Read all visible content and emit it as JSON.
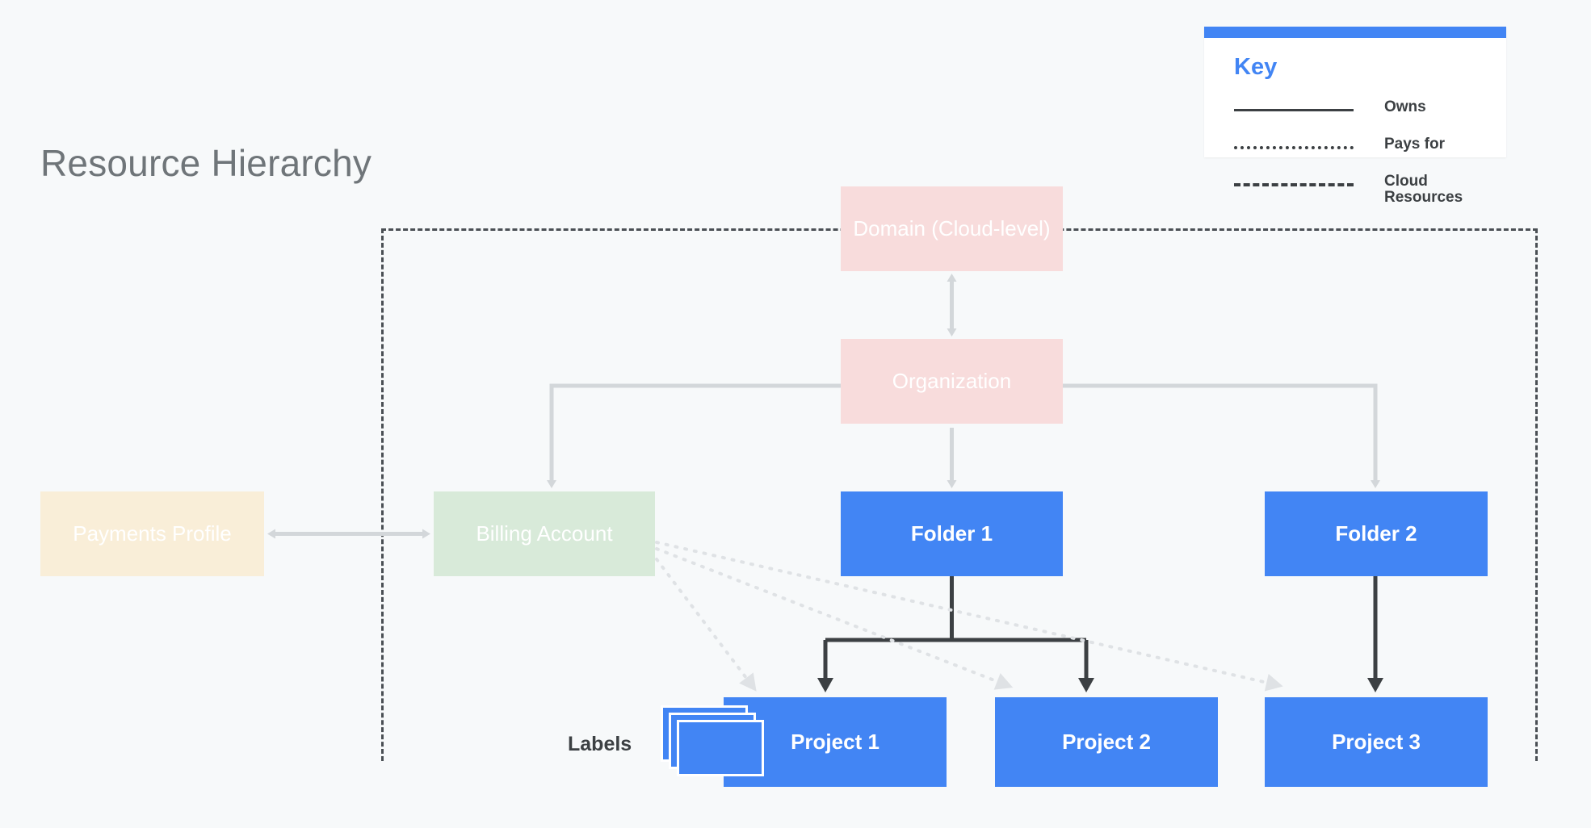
{
  "page": {
    "title": "Resource Hierarchy",
    "background_color": "#f7f9fa"
  },
  "legend": {
    "title": "Key",
    "accent_color": "#4285f4",
    "items": [
      {
        "style": "solid",
        "label": "Owns"
      },
      {
        "style": "dotted",
        "label": "Pays for"
      },
      {
        "style": "dashed",
        "label": "Cloud Resources"
      }
    ]
  },
  "colors": {
    "blue": "#4285f4",
    "pink": "#f8dcdc",
    "cream": "#f9eed8",
    "green": "#d8ead9",
    "line_gray": "#d3d7da",
    "line_dark": "#3c4043",
    "title_gray": "#6f7579"
  },
  "nodes": {
    "domain": {
      "label": "Domain (Cloud-level)",
      "color": "#f8dcdc"
    },
    "organization": {
      "label": "Organization",
      "color": "#f8dcdc"
    },
    "payments_profile": {
      "label": "Payments Profile",
      "color": "#f9eed8"
    },
    "billing_account": {
      "label": "Billing Account",
      "color": "#d8ead9"
    },
    "folder1": {
      "label": "Folder 1",
      "color": "#4285f4"
    },
    "folder2": {
      "label": "Folder 2",
      "color": "#4285f4"
    },
    "project1": {
      "label": "Project 1",
      "color": "#4285f4"
    },
    "project2": {
      "label": "Project 2",
      "color": "#4285f4"
    },
    "project3": {
      "label": "Project 3",
      "color": "#4285f4"
    }
  },
  "labels_group": {
    "text": "Labels",
    "icon": "stacked-cards-icon",
    "card_count": 3
  },
  "boundary": {
    "name": "Cloud Resources",
    "style": "dashed"
  },
  "edges": [
    {
      "from": "domain",
      "to": "organization",
      "style": "solid-gray",
      "arrows": "both"
    },
    {
      "from": "payments_profile",
      "to": "billing_account",
      "style": "solid-gray",
      "arrows": "both"
    },
    {
      "from": "organization",
      "to": "billing_account",
      "style": "solid-gray",
      "arrows": "to"
    },
    {
      "from": "organization",
      "to": "folder1",
      "style": "solid-gray",
      "arrows": "to"
    },
    {
      "from": "organization",
      "to": "folder2",
      "style": "solid-gray",
      "arrows": "to"
    },
    {
      "from": "folder1",
      "to": "project1",
      "style": "solid-dark",
      "arrows": "to"
    },
    {
      "from": "folder1",
      "to": "project2",
      "style": "solid-dark",
      "arrows": "to"
    },
    {
      "from": "folder2",
      "to": "project3",
      "style": "solid-dark",
      "arrows": "to"
    },
    {
      "from": "billing_account",
      "to": "project1",
      "style": "dotted-gray",
      "arrows": "to"
    },
    {
      "from": "billing_account",
      "to": "project2",
      "style": "dotted-gray",
      "arrows": "to"
    },
    {
      "from": "billing_account",
      "to": "project3",
      "style": "dotted-gray",
      "arrows": "to"
    }
  ]
}
